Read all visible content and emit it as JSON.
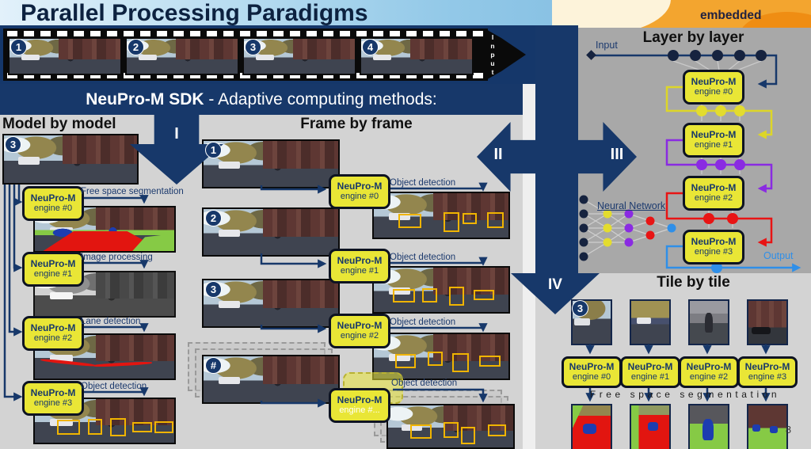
{
  "slide": {
    "title": "Parallel Processing Paradigms",
    "logo_text": "embedded",
    "page_number": "8"
  },
  "film": {
    "frames": [
      "1",
      "2",
      "3",
      "4"
    ],
    "input_label": "Input"
  },
  "banner": {
    "bold": "NeuPro-M SDK",
    "rest": " - Adaptive computing methods:"
  },
  "neupro": "NeuPro-M",
  "model_by_model": {
    "title": "Model by model",
    "roman": "I",
    "frame_badge": "3",
    "engines": [
      {
        "engine": "engine #0",
        "task": "Free space segmentation"
      },
      {
        "engine": "engine #1",
        "task": "Image processing"
      },
      {
        "engine": "engine #2",
        "task": "Lane detection"
      },
      {
        "engine": "engine #3",
        "task": "Object detection"
      }
    ]
  },
  "frame_by_frame": {
    "title": "Frame by frame",
    "roman": "II",
    "rows": [
      {
        "badge": "1",
        "engine": "engine #0",
        "task": "Object detection"
      },
      {
        "badge": "2",
        "engine": "engine #1",
        "task": "Object detection"
      },
      {
        "badge": "3",
        "engine": "engine #2",
        "task": "Object detection"
      },
      {
        "badge": "#",
        "engine": "engine #...",
        "task": "Object detection"
      }
    ]
  },
  "layer_by_layer": {
    "title": "Layer by layer",
    "roman": "III",
    "input_label": "Input",
    "output_label": "Output",
    "nn_label": "Neural Network",
    "layer_dot_counts": [
      5,
      3,
      3,
      2,
      1
    ],
    "layer_colors": [
      "#16233f",
      "#e3dc2e",
      "#8a2be2",
      "#e81414",
      "#2f8fe8"
    ],
    "engines": [
      {
        "engine": "engine #0"
      },
      {
        "engine": "engine #1"
      },
      {
        "engine": "engine #2"
      },
      {
        "engine": "engine #3"
      }
    ]
  },
  "tile_by_tile": {
    "title": "Tile by tile",
    "roman": "IV",
    "frame_badge": "3",
    "caption": "Free space segmentation",
    "engines": [
      {
        "engine": "engine #0"
      },
      {
        "engine": "engine #1"
      },
      {
        "engine": "engine #2"
      },
      {
        "engine": "engine #3"
      }
    ]
  },
  "colors": {
    "navy": "#17386a",
    "engine_yellow": "#e9e636",
    "panel_gray": "#a8a8a8",
    "slide_gray": "#d3d3d3",
    "header_blue": "#9fd0ec",
    "logo_orange": "#f3a52f",
    "seg_red": "#e21510",
    "seg_green": "#86ca45",
    "seg_blue": "#1d3db0",
    "det_box_yellow": "#f0b400"
  }
}
